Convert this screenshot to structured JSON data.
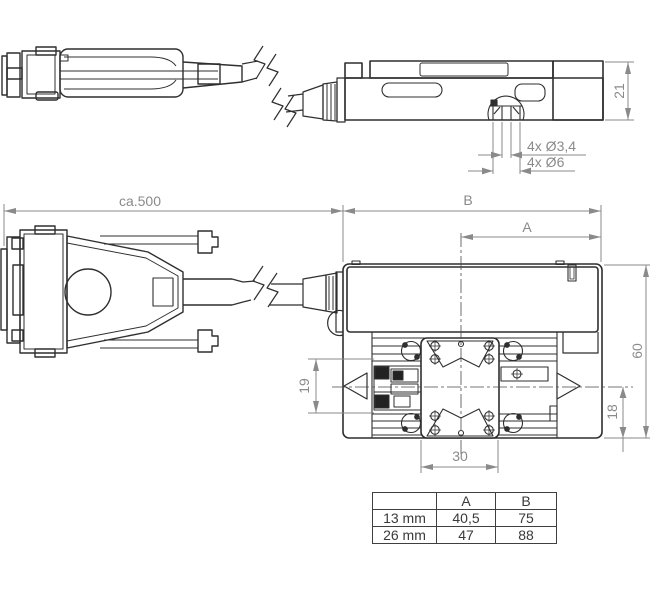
{
  "dimensions": {
    "cable_length": "ca.500",
    "dim_b": "B",
    "dim_a": "A",
    "side_height": "21",
    "holes_small": "4x Ø3,4",
    "holes_counterbore": "4x Ø6",
    "inner_width": "19",
    "body_width": "60",
    "axis_to_edge": "18",
    "platform_width": "30"
  },
  "table": {
    "headers": [
      "",
      "A",
      "B"
    ],
    "rows": [
      [
        "13 mm",
        "40,5",
        "75"
      ],
      [
        "26 mm",
        "47",
        "88"
      ]
    ]
  },
  "colors": {
    "line": "#2f2f2f",
    "dimension": "#8a8a8a",
    "background": "#ffffff"
  }
}
